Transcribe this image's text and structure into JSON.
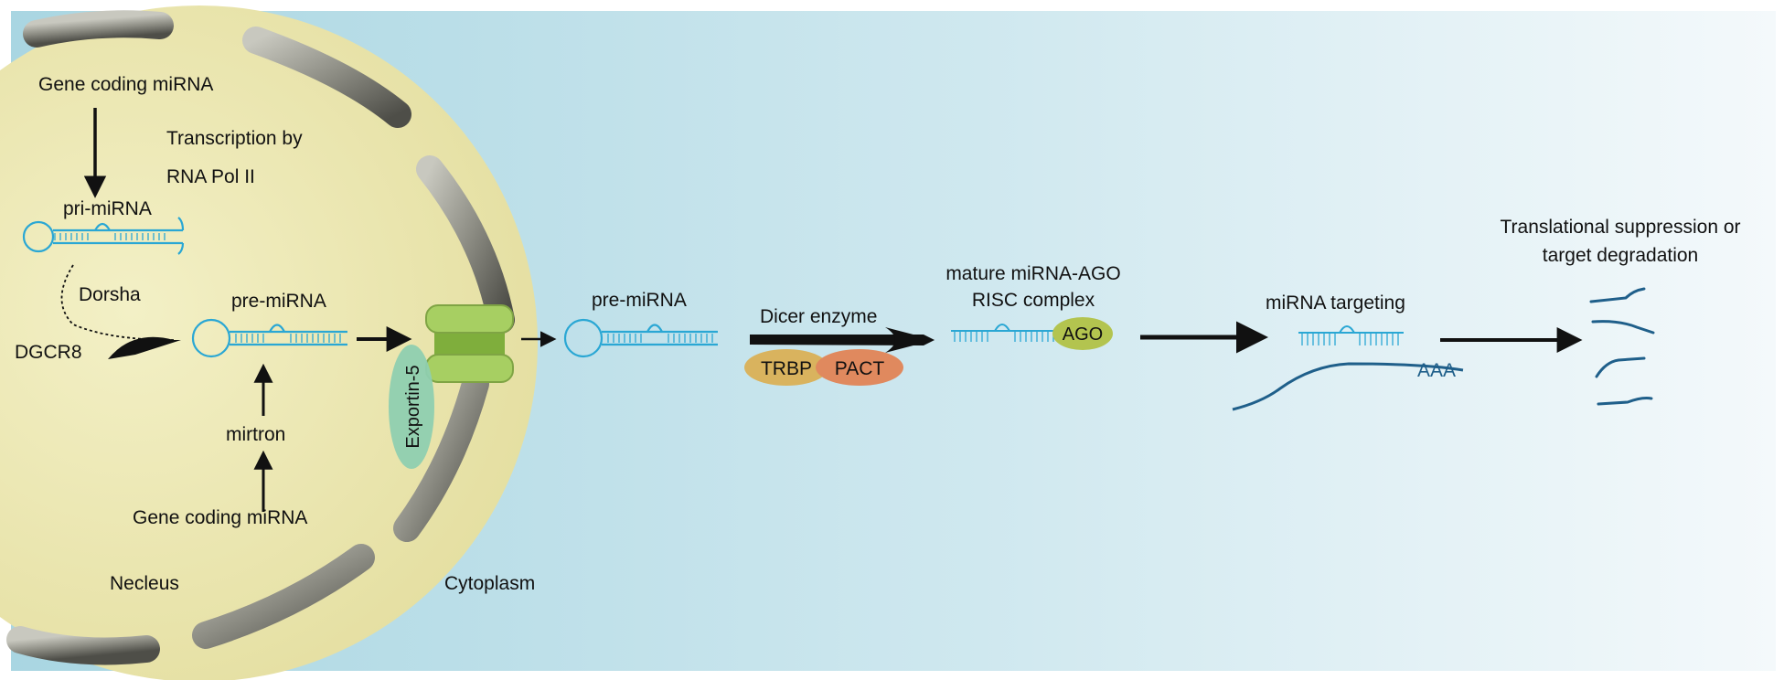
{
  "labels": {
    "gene_top": "Gene coding miRNA",
    "transcription_1": "Transcription by",
    "transcription_2": "RNA Pol II",
    "pri_mirna": "pri-miRNA",
    "dorsha": "Dorsha",
    "dgcr8": "DGCR8",
    "pre_mirna_nucleus": "pre-miRNA",
    "mirtron": "mirtron",
    "gene_bottom": "Gene coding miRNA",
    "nucleus": "Necleus",
    "cytoplasm": "Cytoplasm",
    "exportin": "Exportin-5",
    "pre_mirna_cyto": "pre-miRNA",
    "dicer": "Dicer enzyme",
    "trbp": "TRBP",
    "pact": "PACT",
    "mature_1": "mature miRNA-AGO",
    "mature_2": "RISC complex",
    "ago": "AGO",
    "targeting": "miRNA targeting",
    "aaa": "AAA",
    "suppression_1": "Translational suppression or",
    "suppression_2": "target degradation"
  },
  "colors": {
    "background_start": "#b5dbe5",
    "background_end": "#f2f8fa",
    "nucleus_fill": "#ede9b4",
    "envelope": "#8a8a80",
    "rna_strand": "#2aa7d4",
    "exportin": "#8fcfb0",
    "channel": "#a6cf5f",
    "trbp": "#d9b35e",
    "pact": "#e0895e",
    "ago": "#b3c44f",
    "mrna": "#1f5f8a",
    "arrow": "#111111"
  }
}
